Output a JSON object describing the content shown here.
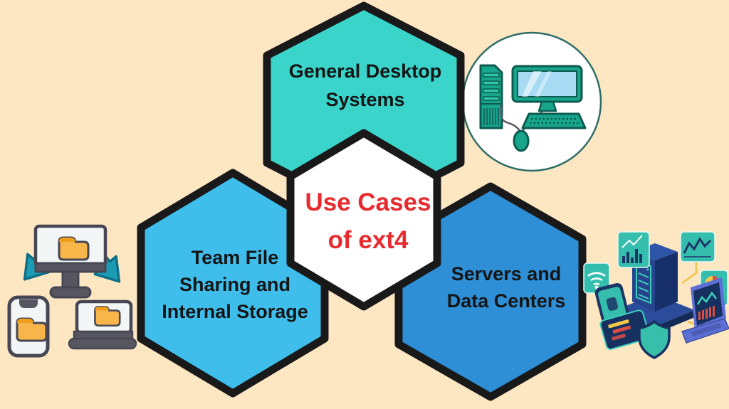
{
  "title": "Use Cases of ext4",
  "colors": {
    "background": "#FDE7C3",
    "outline": "#191919",
    "hex_top_fill": "#3BD4CA",
    "hex_left_fill": "#3FBEEC",
    "hex_right_fill": "#2E8FD6",
    "hex_center_fill": "#FFFFFF",
    "center_text": "#E72A2E",
    "label_text": "#151515"
  },
  "hexagons": {
    "top": {
      "lines": [
        "General Desktop",
        "Systems"
      ]
    },
    "center": {
      "lines": [
        "Use Cases",
        "of ext4"
      ]
    },
    "left": {
      "lines": [
        "Team File",
        "Sharing and",
        "Internal Storage"
      ]
    },
    "right": {
      "lines": [
        "Servers and",
        "Data Centers"
      ]
    }
  },
  "illustrations": {
    "top_right": "desktop-computer-in-circle",
    "left": "file-sharing-between-devices",
    "right": "server-and-data-center-network"
  }
}
